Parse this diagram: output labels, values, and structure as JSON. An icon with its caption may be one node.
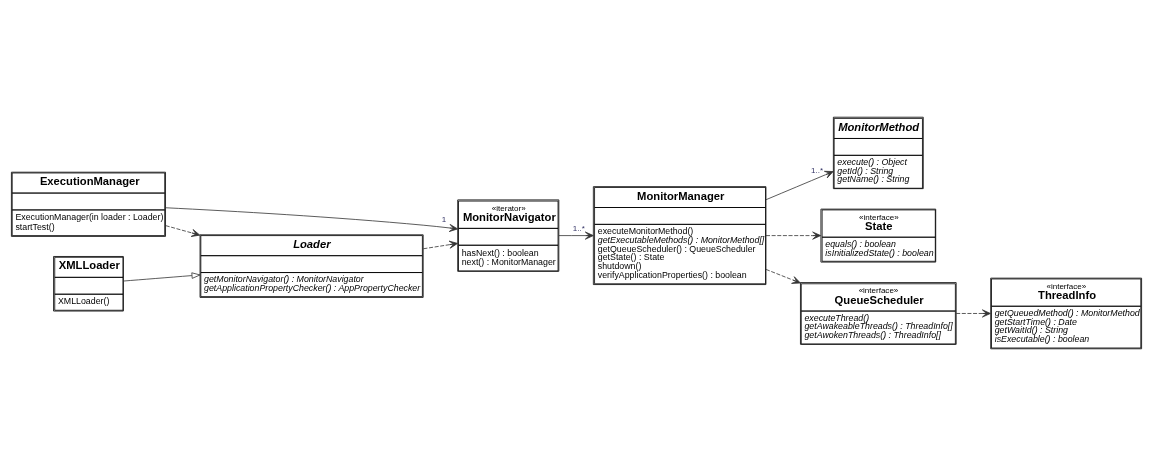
{
  "diagram": {
    "nodes": [
      {
        "text": [
          "«iterator»",
          "MonitorNavigator",
          "hasNext() : boolean",
          "next() : MonitorManager"
        ]
      },
      {
        "text": [
          "MonitorManager",
          "executeMonitorMethod()",
          "getExecutableMethods() : MonitorMethod[]",
          "getQueueScheduler() : QueueScheduler",
          "getState() : State",
          "shutdown()",
          "verifyApplicationProperties() : boolean"
        ]
      },
      {
        "text": [
          "MonitorMethod",
          "execute() : Object",
          "getId() : String",
          "getName() : String"
        ]
      },
      {
        "text": [
          "ExecutionManager",
          "ExecutionManager(in loader : Loader)",
          "startTest()"
        ]
      },
      {
        "text": [
          "«interface»",
          "State",
          "equals() : boolean",
          "isInitializedState() : boolean"
        ]
      },
      {
        "text": [
          "«interface»",
          "QueueScheduler",
          "executeThread()",
          "getAwakeableThreads() : ThreadInfo[]",
          "getAwokenThreads() : ThreadInfo[]"
        ]
      },
      {
        "text": [
          "Loader",
          "getMonitorNavigator() : MonitorNavigator",
          "getApplicationPropertyChecker() : AppPropertyChecker"
        ]
      },
      {
        "text": [
          "XMLLoader",
          "XMLLoader()"
        ]
      },
      {
        "text": [
          "«interface»",
          "ThreadInfo",
          "getQueuedMethod() : MonitorMethod",
          "getStartTime() : Date",
          "getWaitId() : String",
          "isExecutable() : boolean"
        ]
      }
    ],
    "edges": [
      {
        "from": 0,
        "to": 1,
        "arrow": "to",
        "label": "1..*"
      },
      {
        "from": 1,
        "to": 2,
        "arrow": "to",
        "label": "1..*"
      },
      {
        "from": 3,
        "to": 0,
        "arrow": "to",
        "label": "1"
      },
      {
        "from": 1,
        "to": 5,
        "arrow": "to",
        "style": "dashed"
      },
      {
        "from": 1,
        "to": 4,
        "arrow": "to",
        "style": "dashed"
      },
      {
        "from": 5,
        "to": 8,
        "arrow": "to",
        "style": "dashed"
      },
      {
        "from": 3,
        "to": 6,
        "arrow": "to",
        "style": "dashed"
      },
      {
        "from": 6,
        "to": 0,
        "arrow": "to",
        "style": "dashed"
      },
      {
        "from": 7,
        "to": 6,
        "arrow": "to"
      }
    ]
  }
}
